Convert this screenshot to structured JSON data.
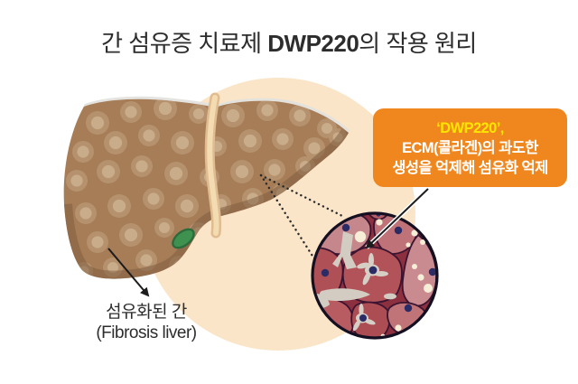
{
  "title": {
    "prefix": "간 섬유증 치료제 ",
    "drug": "DWP220",
    "suffix": "의 작용 원리"
  },
  "callout": {
    "line1": "‘DWP220’,",
    "line2": "ECM(콜라겐)의 과도한",
    "line3": "생성을 억제해 섬유화 억제"
  },
  "liver_label": {
    "line1": "섬유화된 간",
    "line2": "(Fibrosis liver)"
  },
  "icons": {
    "callout_arrow": "arrow-down-left",
    "label_arrow": "arrow-down-right",
    "magnifier_lines": "dotted-zoom-lines"
  },
  "colors": {
    "bg": "#ffffff",
    "peach": "#fae5c9",
    "orange": "#f0861e",
    "yellow": "#ffe600",
    "title": "#2d2d2d",
    "label": "#2d2d2d",
    "callout_text": "#ffffff"
  }
}
